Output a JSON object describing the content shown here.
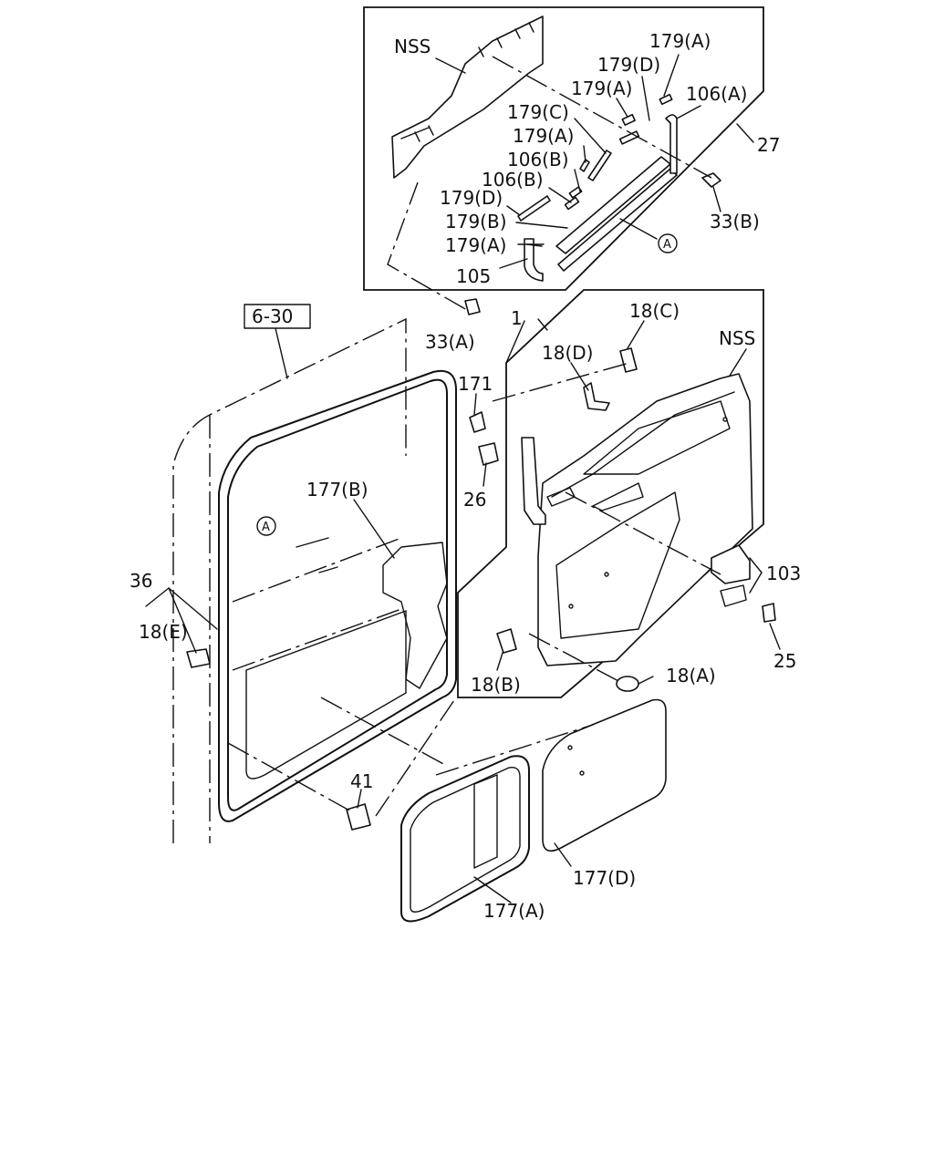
{
  "labels": {
    "nss_top": "NSS",
    "p179a_1": "179(A)",
    "p179d_1": "179(D)",
    "p179a_2": "179(A)",
    "p106a": "106(A)",
    "p179c": "179(C)",
    "p179a_3": "179(A)",
    "p27": "27",
    "p106b_1": "106(B)",
    "p106b_2": "106(B)",
    "p179d_2": "179(D)",
    "p33b": "33(B)",
    "p179b": "179(B)",
    "p179a_4": "179(A)",
    "p105": "105",
    "circle_a_top": "A",
    "ref_6_30": "6-30",
    "p33a": "33(A)",
    "p1": "1",
    "p18c": "18(C)",
    "p18d": "18(D)",
    "nss_mid": "NSS",
    "p171": "171",
    "p26": "26",
    "p177b": "177(B)",
    "circle_a_mid": "A",
    "p36": "36",
    "p18e": "18(E)",
    "p103": "103",
    "p25": "25",
    "p18a": "18(A)",
    "p18b": "18(B)",
    "p41": "41",
    "p177d": "177(D)",
    "p177a": "177(A)"
  }
}
